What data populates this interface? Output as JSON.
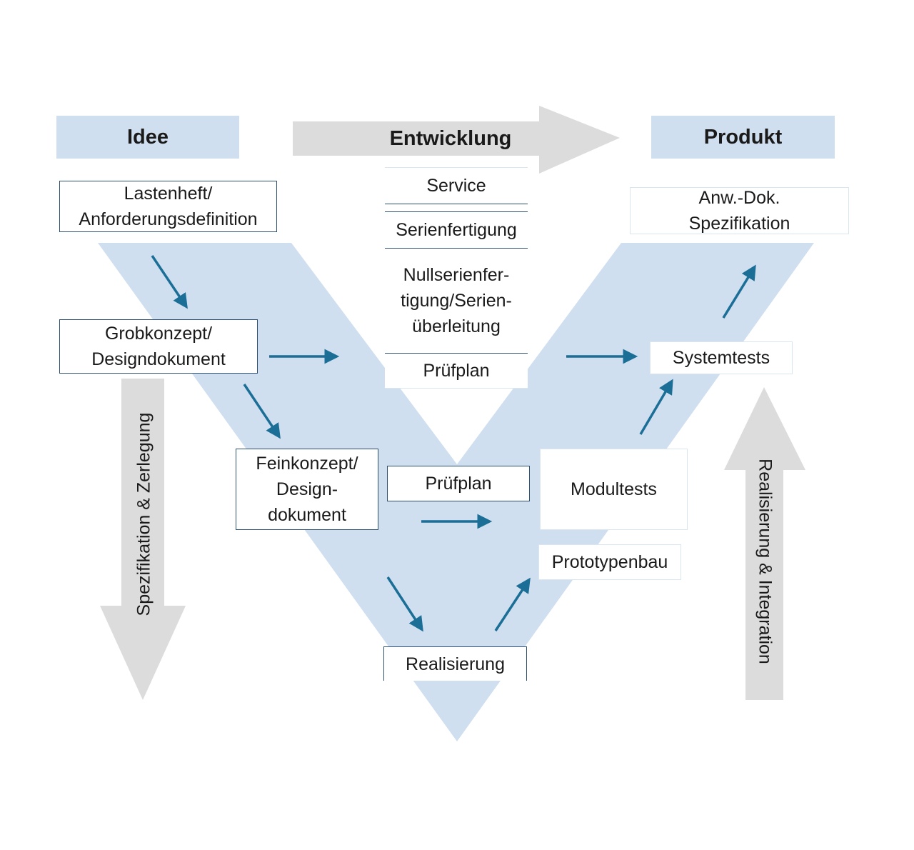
{
  "headers": {
    "idee": "Idee",
    "entwicklung": "Entwicklung",
    "produkt": "Produkt"
  },
  "boxes": {
    "lastenheft": [
      "Lastenheft/",
      "Anforderungsdefinition"
    ],
    "grobkonzept": [
      "Grobkonzept/",
      "Designdokument"
    ],
    "feinkonzept": [
      "Feinkonzept/",
      "Design-",
      "dokument"
    ],
    "realisierung": "Realisierung",
    "pruefplan_lower": "Prüfplan",
    "prototypenbau": "Prototypenbau",
    "modultests": "Modultests",
    "systemtests": "Systemtests",
    "anw_dok": [
      "Anw.-Dok.",
      "Spezifikation"
    ],
    "service": "Service",
    "serienfertigung": "Serienfertigung",
    "nullserie": [
      "Nullserienfer-",
      "tigung/Serien-",
      "überleitung"
    ],
    "pruefplan_upper": "Prüfplan"
  },
  "side_labels": {
    "left": "Spezifikation & Zerlegung",
    "right": "Realisierung & Integration"
  },
  "colors": {
    "v_fill": "#cfdff0",
    "grey_arrow": "#dcdcdc",
    "small_arrow": "#1b6e96",
    "box_border": "#2c4f72"
  }
}
